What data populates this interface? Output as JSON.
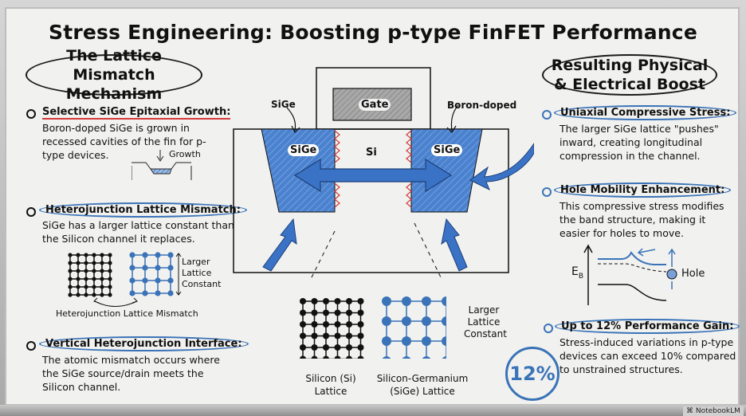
{
  "title": "Stress Engineering: Boosting p-type FinFET Performance",
  "colors": {
    "accent_blue": "#3a73b8",
    "sige_fill": "#4a82cf",
    "interface_red": "#d23a3a",
    "board": "#f1f1ef"
  },
  "left": {
    "heading": "The Lattice Mismatch Mechanism",
    "items": [
      {
        "title": "Selective SiGe Epitaxial Growth:",
        "body": "Boron-doped SiGe is grown in recessed cavities of the fin for p-type devices.",
        "sketch_label": "Growth"
      },
      {
        "title": "Heterojunction Lattice Mismatch:",
        "body": "SiGe has a larger lattice constant than the Silicon channel it replaces.",
        "sketch_label": "Larger Lattice Constant",
        "caption": "Heterojunction Lattice Mismatch"
      },
      {
        "title": "Vertical Heterojunction Interface:",
        "body": "The atomic mismatch occurs where the SiGe source/drain meets the Silicon channel."
      }
    ]
  },
  "center": {
    "gate_label": "Gate",
    "sige_callout": "SiGe",
    "boron_callout": "Boron-doped",
    "left_region": "SiGe",
    "channel": "Si",
    "right_region": "SiGe",
    "si_lattice_label": "Silicon (Si) Lattice",
    "sige_lattice_label": "Silicon-Germanium (SiGe) Lattice",
    "larger_label": "Larger Lattice Constant"
  },
  "right": {
    "heading": "Resulting Physical & Electrical Boost",
    "items": [
      {
        "title": "Uniaxial Compressive Stress:",
        "body": "The larger SiGe lattice \"pushes\" inward, creating longitudinal compression in the channel."
      },
      {
        "title": "Hole Mobility Enhancement:",
        "body": "This compressive stress modifies the band structure, making it easier for holes to move.",
        "axis_label": "E",
        "axis_sub": "B",
        "hole_label": "Hole"
      },
      {
        "title": "Up to 12% Performance Gain:",
        "body": "Stress-induced variations in p-type devices can exceed 10% compared to unstrained structures.",
        "badge": "12%"
      }
    ]
  },
  "footer": {
    "brand": "NotebookLM"
  }
}
